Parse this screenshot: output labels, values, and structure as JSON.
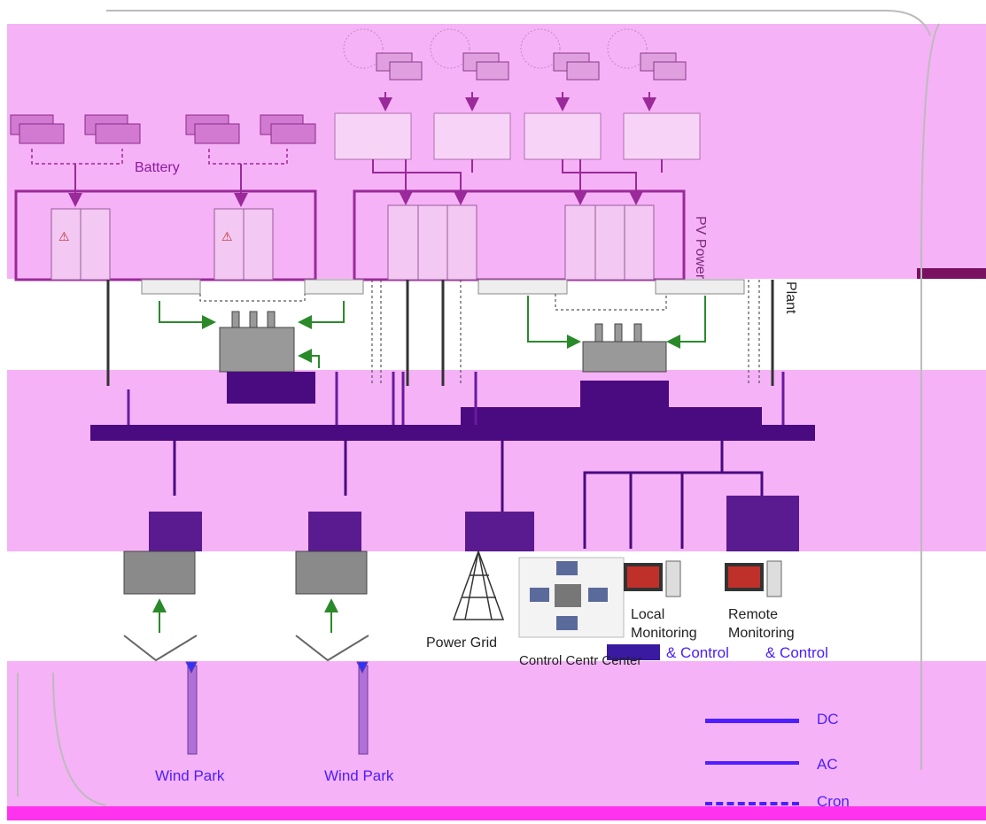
{
  "colors": {
    "band": "#f6b2f6",
    "strip": "#ff33ee",
    "bus": "#4a0a80",
    "frame": "#9a2a9a",
    "arrow_green": "#2a8a2a",
    "legend_blue": "#4b1fff",
    "label_purple": "#8a1aa0"
  },
  "labels": {
    "battery": "Battery",
    "pv_power_plant_top": "PV Power",
    "pv_power_plant_bottom": "Plant",
    "wind_park_1": "Wind Park",
    "wind_park_2": "Wind Park",
    "power_grid": "Power Grid",
    "control_center": "Control Centr Center",
    "local_monitoring_line1": "Local",
    "local_monitoring_line2": "Monitoring",
    "local_monitoring_line3": "& Control",
    "remote_monitoring_line1": "Remote",
    "remote_monitoring_line2": "Monitoring",
    "remote_monitoring_line3": "& Control"
  },
  "legend": [
    {
      "label": "DC",
      "style": "solid"
    },
    {
      "label": "AC",
      "style": "solid"
    },
    {
      "label": "Cron",
      "style": "dashed"
    }
  ],
  "icons": [
    "battery-icon",
    "solar-panel-icon",
    "inverter-cabinet-icon",
    "transformer-icon",
    "wind-turbine-icon",
    "transmission-tower-icon",
    "computer-monitor-icon",
    "control-center-icon"
  ]
}
